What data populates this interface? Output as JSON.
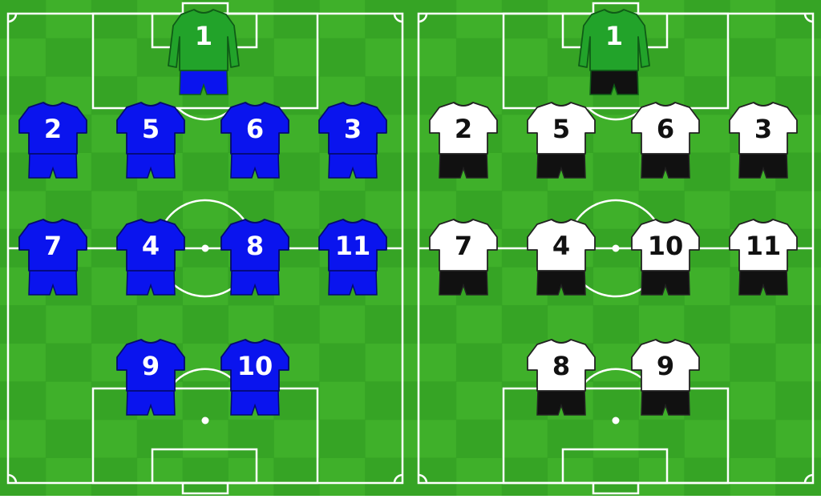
{
  "colors": {
    "grass_light": "#3fb02a",
    "grass_dark": "#2f9a20",
    "lines": "#ffffff",
    "outer_border": "#ffffff"
  },
  "teams": [
    {
      "id": "left",
      "formation": "4-4-2",
      "kit": {
        "shirt": "#0a14ee",
        "shorts": "#0a14ee",
        "number": "#ffffff",
        "outline": "#040a6e"
      },
      "goalkeeper": {
        "number": "1",
        "shirt": "#22a32a",
        "shorts": "#0a14ee",
        "number_color": "#ffffff",
        "outline": "#0f5c17"
      },
      "players": [
        {
          "number": "2",
          "role": "defender"
        },
        {
          "number": "5",
          "role": "defender"
        },
        {
          "number": "6",
          "role": "defender"
        },
        {
          "number": "3",
          "role": "defender"
        },
        {
          "number": "7",
          "role": "midfielder"
        },
        {
          "number": "4",
          "role": "midfielder"
        },
        {
          "number": "8",
          "role": "midfielder"
        },
        {
          "number": "11",
          "role": "midfielder"
        },
        {
          "number": "9",
          "role": "forward"
        },
        {
          "number": "10",
          "role": "forward"
        }
      ]
    },
    {
      "id": "right",
      "formation": "4-4-2",
      "kit": {
        "shirt": "#ffffff",
        "shorts": "#111111",
        "number": "#111111",
        "outline": "#222222"
      },
      "goalkeeper": {
        "number": "1",
        "shirt": "#22a32a",
        "shorts": "#111111",
        "number_color": "#ffffff",
        "outline": "#0f5c17"
      },
      "players": [
        {
          "number": "2",
          "role": "defender"
        },
        {
          "number": "5",
          "role": "defender"
        },
        {
          "number": "6",
          "role": "defender"
        },
        {
          "number": "3",
          "role": "defender"
        },
        {
          "number": "7",
          "role": "midfielder"
        },
        {
          "number": "4",
          "role": "midfielder"
        },
        {
          "number": "10",
          "role": "midfielder"
        },
        {
          "number": "11",
          "role": "midfielder"
        },
        {
          "number": "8",
          "role": "forward"
        },
        {
          "number": "9",
          "role": "forward"
        }
      ]
    }
  ]
}
